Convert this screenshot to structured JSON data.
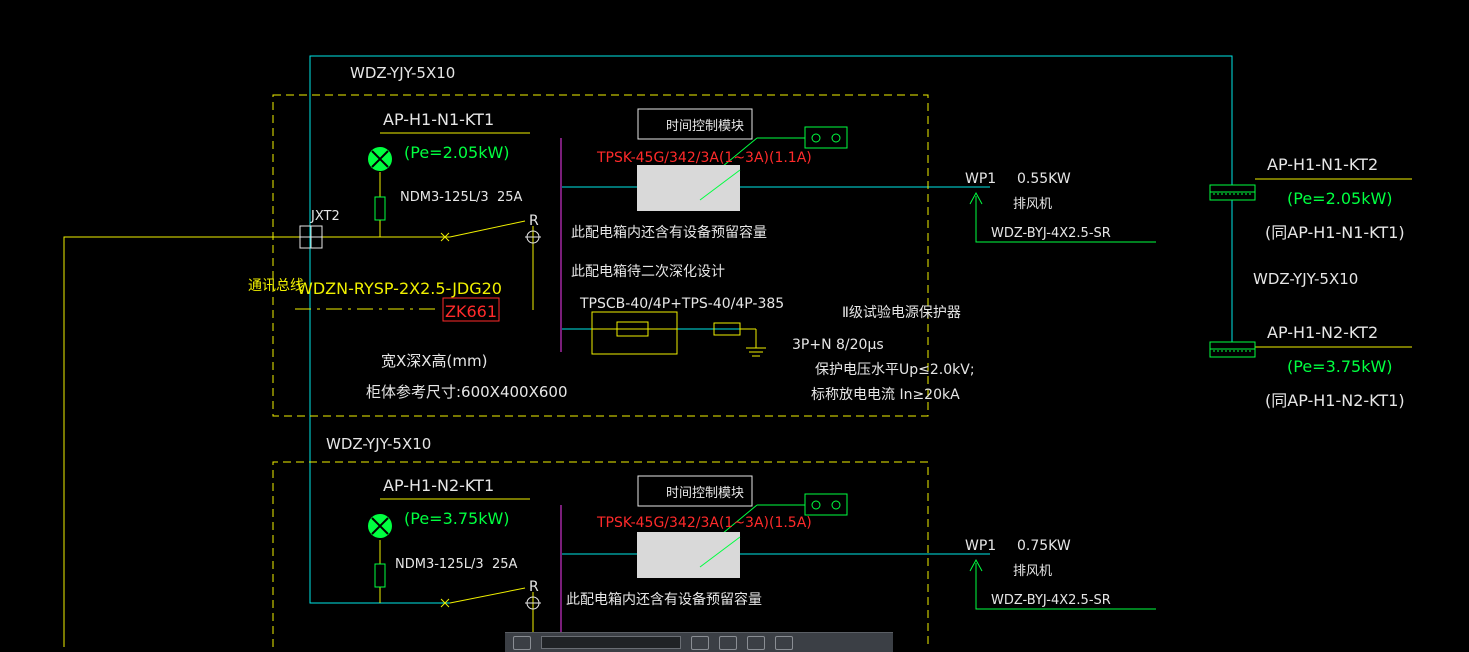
{
  "colors": {
    "white": "#e6e6e6",
    "yellow": "#f0f000",
    "green": "#00ff40",
    "red": "#ff2a2a",
    "cyan": "#00e6e6",
    "magenta": "#cc33cc",
    "block_fill": "#d9d9d9"
  },
  "top_cable": "WDZ-YJY-5X10",
  "right_cable": "WDZ-YJY-5X10",
  "middle_cable": "WDZ-YJY-5X10",
  "panel1": {
    "name": "AP-H1-N1-KT1",
    "power": "(Pe=2.05kW)",
    "breaker": "NDM3-125L/3",
    "breaker_current": "25A",
    "junction": "JXT2",
    "meter_label": "R",
    "time_module": "时间控制模块",
    "contactor": "TPSK-45G/342/3A(1~3A)(1.1A)",
    "reserve_note": "此配电箱内还含有设备预留容量",
    "design_note": "此配电箱待二次深化设计",
    "comm_label": "通讯总线",
    "comm_cable": "WDZN-RYSP-2X2.5-JDG20",
    "zk_label": "ZK661",
    "spd_model": "TPSCB-40/4P+TPS-40/4P-385",
    "spd_title": "Ⅱ级试验电源保护器",
    "spd_spec": "3P+N   8/20μs",
    "spd_voltage": "保护电压水平Up≤2.0kV;",
    "spd_current": "标称放电电流 In≥20kA",
    "dim_label": "宽X深X高(mm)",
    "dim_value": "柜体参考尺寸:600X400X600",
    "out_circuit": "WP1",
    "out_power": "0.55KW",
    "out_load": "排风机",
    "out_cable": "WDZ-BYJ-4X2.5-SR"
  },
  "panel2": {
    "name": "AP-H1-N2-KT1",
    "power": "(Pe=3.75kW)",
    "breaker": "NDM3-125L/3",
    "breaker_current": "25A",
    "meter_label": "R",
    "time_module": "时间控制模块",
    "contactor": "TPSK-45G/342/3A(1~3A)(1.5A)",
    "reserve_note": "此配电箱内还含有设备预留容量",
    "out_circuit": "WP1",
    "out_power": "0.75KW",
    "out_load": "排风机",
    "out_cable": "WDZ-BYJ-4X2.5-SR"
  },
  "kt2_n1": {
    "name": "AP-H1-N1-KT2",
    "power": "(Pe=2.05kW)",
    "same_as": "(同AP-H1-N1-KT1)"
  },
  "kt2_n2": {
    "name": "AP-H1-N2-KT2",
    "power": "(Pe=3.75kW)",
    "same_as": "(同AP-H1-N2-KT1)"
  }
}
